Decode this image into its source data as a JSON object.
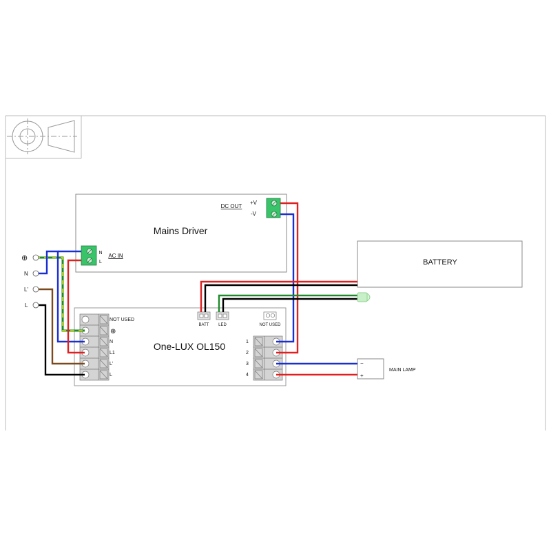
{
  "mains_driver": {
    "title": "Mains Driver",
    "dc_out": "DC OUT",
    "plus_v": "+V",
    "minus_v": "-V",
    "ac_in": "AC IN",
    "n": "N",
    "l": "L"
  },
  "battery": {
    "label": "BATTERY"
  },
  "supply": {
    "earth_symbol": "⊕",
    "n": "N",
    "l_switched": "L'",
    "l": "L"
  },
  "module": {
    "title": "One-LUX OL150",
    "not_used_left": "NOT USED",
    "earth_symbol": "⊕",
    "term_n": "N",
    "term_l1": "L1",
    "term_l_switched": "L'",
    "term_l": "L",
    "batt": "BATT",
    "led": "LED",
    "not_used_right": "NOT USED",
    "out_1": "1",
    "out_2": "2",
    "out_3": "3",
    "out_4": "4"
  },
  "main_lamp": {
    "label": "MAIN LAMP",
    "minus": "−",
    "plus": "+"
  },
  "colors": {
    "red": "#e02020",
    "blue": "#1a2fd0",
    "black": "#000000",
    "green": "#1e8a2a",
    "brown": "#7a4a1e",
    "yellow": "#e8e000",
    "terminal_green": "#39c46a"
  }
}
